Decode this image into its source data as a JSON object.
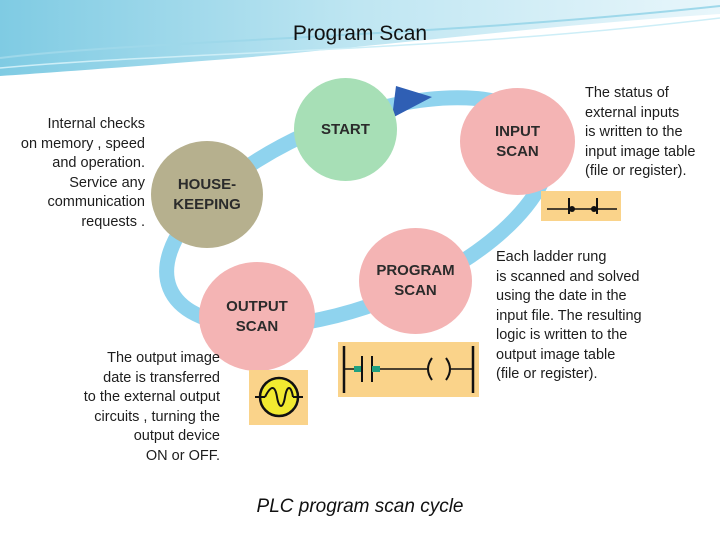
{
  "title": "Program Scan",
  "caption": "PLC program scan cycle",
  "nodes": {
    "start": "START",
    "input_scan": "INPUT\nSCAN",
    "housekeeping": "HOUSE-\nKEEPING",
    "program_scan": "PROGRAM\nSCAN",
    "output_scan": "OUTPUT\nSCAN"
  },
  "notes": {
    "housekeeping": "Internal checks\non memory , speed\nand operation.\nService any\ncommunication\nrequests .",
    "input": "The status of\nexternal inputs\nis written to the\ninput image table\n(file or register).",
    "program": "Each ladder rung\nis scanned and solved\nusing the date in the\ninput file.  The resulting\nlogic is written to the\noutput image table\n(file or register).",
    "output": "The output image\ndate is transferred\nto the external output\ncircuits , turning the\noutput device\nON or OFF."
  },
  "icons": {
    "contacts": "normally-open-contacts-icon",
    "ladder_rung": "ladder-rung-icon",
    "lamp": "output-lamp-icon"
  },
  "colors": {
    "ring": "#8fd3ee",
    "arrow": "#2f5fb4",
    "start": "#a7dfb6",
    "input_scan": "#f4b4b4",
    "housekeeping": "#b6b08e",
    "program_scan": "#f4b4b4",
    "output_scan": "#f4b4b4",
    "icon_bg": "#fad38a"
  }
}
